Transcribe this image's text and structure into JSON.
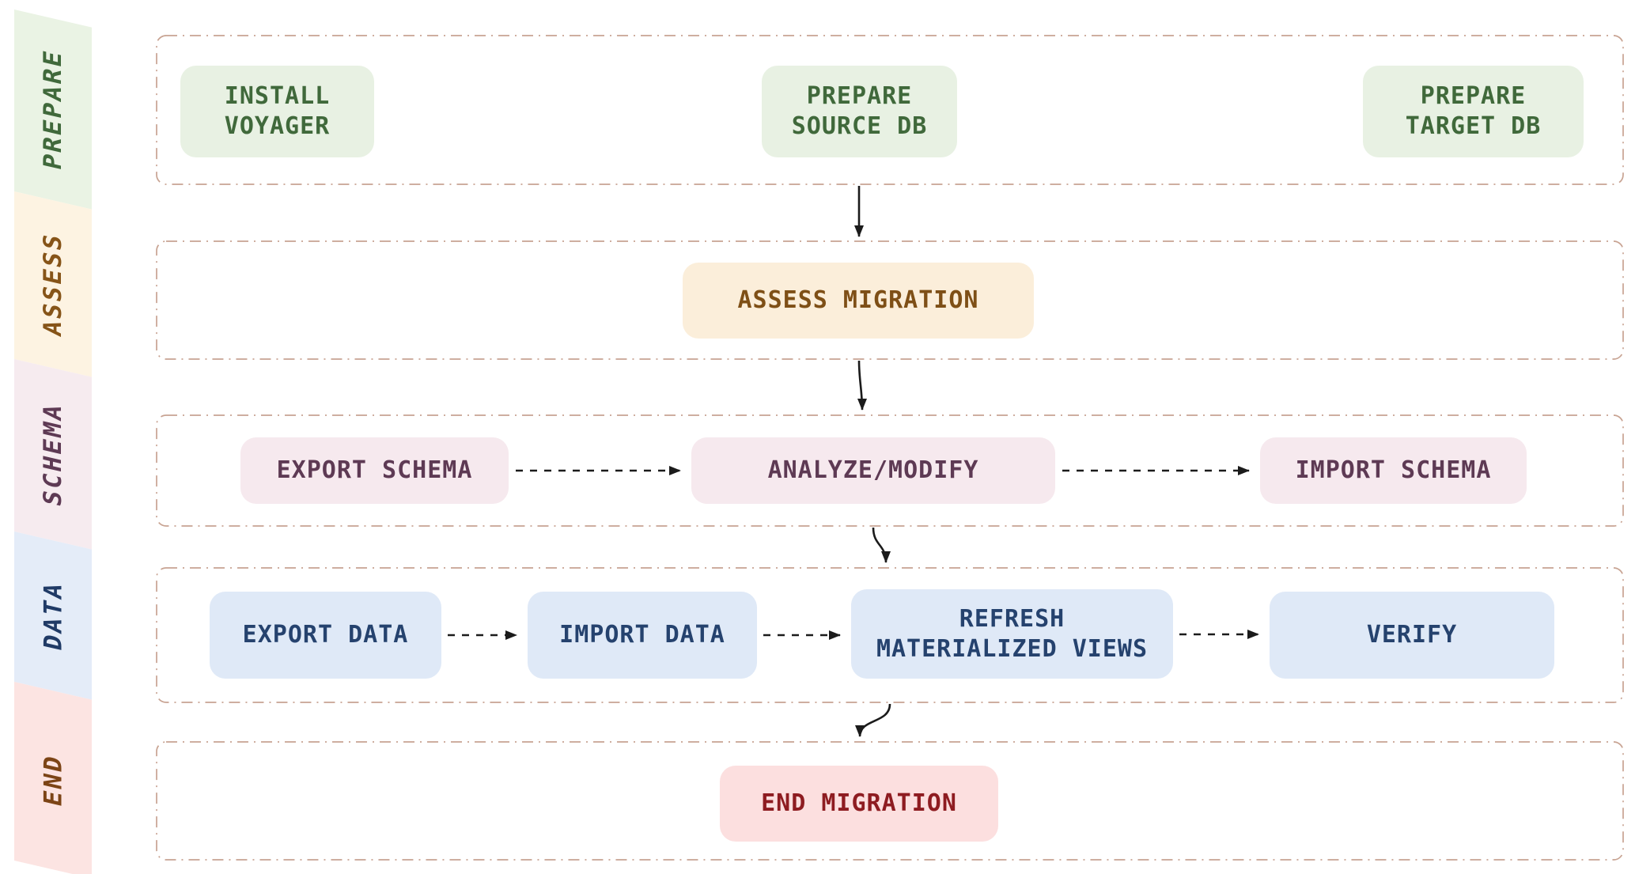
{
  "sidebar": {
    "items": [
      {
        "label": "PREPARE",
        "text_color": "#40693b",
        "bg": "#eaf3e4"
      },
      {
        "label": "ASSESS",
        "text_color": "#865418",
        "bg": "#fdf3e2"
      },
      {
        "label": "SCHEMA",
        "text_color": "#5e3a54",
        "bg": "#f6ebef"
      },
      {
        "label": "DATA",
        "text_color": "#1f3a66",
        "bg": "#e4ecf8"
      },
      {
        "label": "END",
        "text_color": "#7c4416",
        "bg": "#fce4e2"
      }
    ]
  },
  "rows": {
    "border_color": "#c8a392",
    "border_style": "dash-dot",
    "order": [
      "prepare",
      "assess",
      "schema",
      "data",
      "end"
    ]
  },
  "nodes": {
    "install_voyager": {
      "label": "INSTALL\nVOYAGER",
      "phase": "prepare",
      "bg": "#e8f1e3",
      "text_color": "#40693b"
    },
    "prepare_source_db": {
      "label": "PREPARE\nSOURCE DB",
      "phase": "prepare",
      "bg": "#e8f1e3",
      "text_color": "#40693b"
    },
    "prepare_target_db": {
      "label": "PREPARE\nTARGET DB",
      "phase": "prepare",
      "bg": "#e8f1e3",
      "text_color": "#40693b"
    },
    "assess_migration": {
      "label": "ASSESS MIGRATION",
      "phase": "assess",
      "bg": "#fbeeda",
      "text_color": "#7e4f16"
    },
    "export_schema": {
      "label": "EXPORT SCHEMA",
      "phase": "schema",
      "bg": "#f6e9ee",
      "text_color": "#5e3a54"
    },
    "analyze_modify": {
      "label": "ANALYZE/MODIFY",
      "phase": "schema",
      "bg": "#f6e9ee",
      "text_color": "#5e3a54"
    },
    "import_schema": {
      "label": "IMPORT SCHEMA",
      "phase": "schema",
      "bg": "#f6e9ee",
      "text_color": "#5e3a54"
    },
    "export_data": {
      "label": "EXPORT DATA",
      "phase": "data",
      "bg": "#dfe9f7",
      "text_color": "#25426e"
    },
    "import_data": {
      "label": "IMPORT DATA",
      "phase": "data",
      "bg": "#dfe9f7",
      "text_color": "#25426e"
    },
    "refresh_materialized_views": {
      "label": "REFRESH\nMATERIALIZED VIEWS",
      "phase": "data",
      "bg": "#dfe9f7",
      "text_color": "#25426e"
    },
    "verify": {
      "label": "VERIFY",
      "phase": "data",
      "bg": "#dfe9f7",
      "text_color": "#25426e"
    },
    "end_migration": {
      "label": "END MIGRATION",
      "phase": "end",
      "bg": "#fcdfdf",
      "text_color": "#8e1c21"
    }
  },
  "edges": {
    "arrow_color": "#1b1b1b",
    "solid": [
      {
        "from": "prepare_source_db",
        "to": "assess_migration"
      },
      {
        "from": "assess_migration",
        "to": "analyze_modify"
      },
      {
        "from": "analyze_modify",
        "to": "refresh_materialized_views"
      },
      {
        "from": "refresh_materialized_views",
        "to": "end_migration"
      }
    ],
    "dashed": [
      {
        "from": "export_schema",
        "to": "analyze_modify"
      },
      {
        "from": "analyze_modify",
        "to": "import_schema"
      },
      {
        "from": "export_data",
        "to": "import_data"
      },
      {
        "from": "import_data",
        "to": "refresh_materialized_views"
      },
      {
        "from": "refresh_materialized_views",
        "to": "verify"
      }
    ]
  }
}
